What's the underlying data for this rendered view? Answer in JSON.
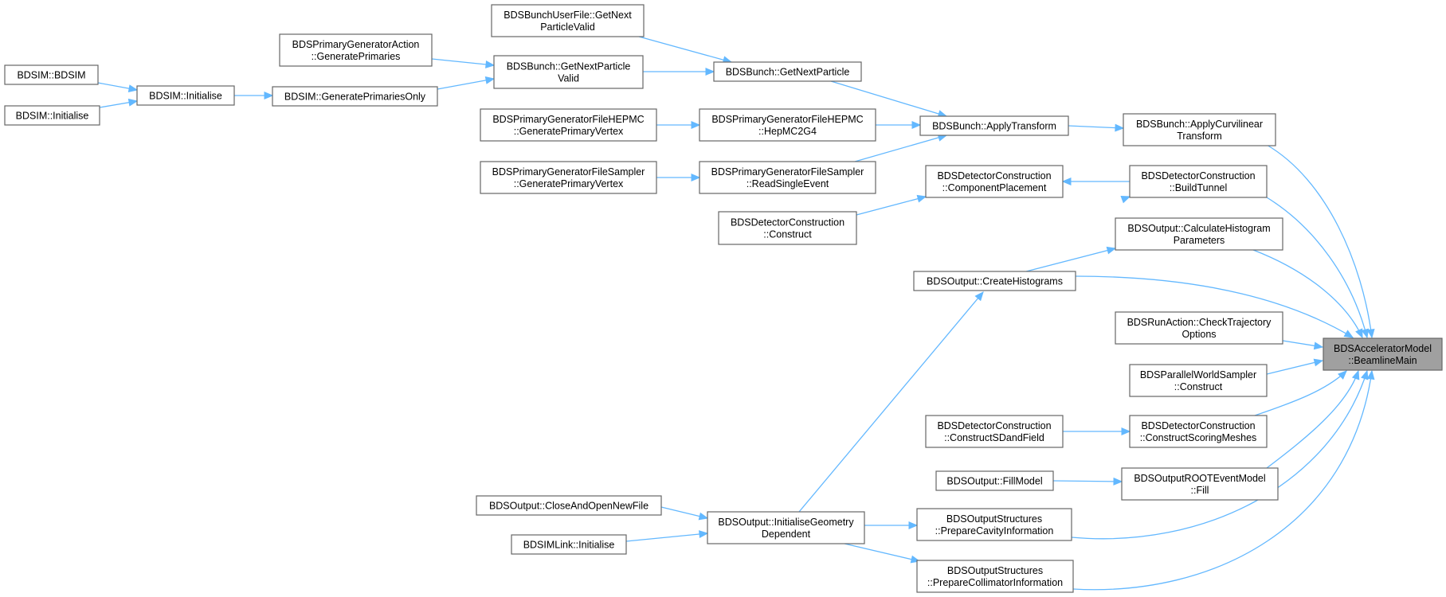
{
  "colors": {
    "edge": "#63b8ff",
    "node_border": "#666666",
    "node_fill": "#ffffff",
    "root_fill": "#a0a0a0"
  },
  "nodes": [
    {
      "id": "bunchuserfile",
      "lines": [
        "BDSBunchUserFile::GetNext",
        "ParticleValid"
      ]
    },
    {
      "id": "pga",
      "lines": [
        "BDSPrimaryGeneratorAction",
        "::GeneratePrimaries"
      ]
    },
    {
      "id": "bdsim_bdsim",
      "lines": [
        "BDSIM::BDSIM"
      ]
    },
    {
      "id": "bdsim_initialise_a",
      "lines": [
        "BDSIM::Initialise"
      ]
    },
    {
      "id": "bdsim_initialise_b",
      "lines": [
        "BDSIM::Initialise"
      ]
    },
    {
      "id": "genprimonly",
      "lines": [
        "BDSIM::GeneratePrimariesOnly"
      ]
    },
    {
      "id": "bunch_gnpv",
      "lines": [
        "BDSBunch::GetNextParticle",
        "Valid"
      ]
    },
    {
      "id": "bunch_gnp",
      "lines": [
        "BDSBunch::GetNextParticle"
      ]
    },
    {
      "id": "hepmc_gpv",
      "lines": [
        "BDSPrimaryGeneratorFileHEPMC",
        "::GeneratePrimaryVertex"
      ]
    },
    {
      "id": "hepmc_h2g",
      "lines": [
        "BDSPrimaryGeneratorFileHEPMC",
        "::HepMC2G4"
      ]
    },
    {
      "id": "bunch_at",
      "lines": [
        "BDSBunch::ApplyTransform"
      ]
    },
    {
      "id": "bunch_act",
      "lines": [
        "BDSBunch::ApplyCurvilinear",
        "Transform"
      ]
    },
    {
      "id": "sampler_gpv",
      "lines": [
        "BDSPrimaryGeneratorFileSampler",
        "::GeneratePrimaryVertex"
      ]
    },
    {
      "id": "sampler_rse",
      "lines": [
        "BDSPrimaryGeneratorFileSampler",
        "::ReadSingleEvent"
      ]
    },
    {
      "id": "dc_cp",
      "lines": [
        "BDSDetectorConstruction",
        "::ComponentPlacement"
      ]
    },
    {
      "id": "dc_bt",
      "lines": [
        "BDSDetectorConstruction",
        "::BuildTunnel"
      ]
    },
    {
      "id": "dc_construct",
      "lines": [
        "BDSDetectorConstruction",
        "::Construct"
      ]
    },
    {
      "id": "out_chp",
      "lines": [
        "BDSOutput::CalculateHistogram",
        "Parameters"
      ]
    },
    {
      "id": "out_ch",
      "lines": [
        "BDSOutput::CreateHistograms"
      ]
    },
    {
      "id": "run_cto",
      "lines": [
        "BDSRunAction::CheckTrajectory",
        "Options"
      ]
    },
    {
      "id": "root",
      "lines": [
        "BDSAcceleratorModel",
        "::BeamlineMain"
      ]
    },
    {
      "id": "pws_construct",
      "lines": [
        "BDSParallelWorldSampler",
        "::Construct"
      ]
    },
    {
      "id": "dc_csdf",
      "lines": [
        "BDSDetectorConstruction",
        "::ConstructSDandField"
      ]
    },
    {
      "id": "dc_csm",
      "lines": [
        "BDSDetectorConstruction",
        "::ConstructScoringMeshes"
      ]
    },
    {
      "id": "out_fm",
      "lines": [
        "BDSOutput::FillModel"
      ]
    },
    {
      "id": "root_fill",
      "lines": [
        "BDSOutputROOTEventModel",
        "::Fill"
      ]
    },
    {
      "id": "out_caonf",
      "lines": [
        "BDSOutput::CloseAndOpenNewFile"
      ]
    },
    {
      "id": "out_igd",
      "lines": [
        "BDSOutput::InitialiseGeometry",
        "Dependent"
      ]
    },
    {
      "id": "os_pci",
      "lines": [
        "BDSOutputStructures",
        "::PrepareCavityInformation"
      ]
    },
    {
      "id": "link_init",
      "lines": [
        "BDSIMLink::Initialise"
      ]
    },
    {
      "id": "os_pcoll",
      "lines": [
        "BDSOutputStructures",
        "::PrepareCollimatorInformation"
      ]
    }
  ]
}
